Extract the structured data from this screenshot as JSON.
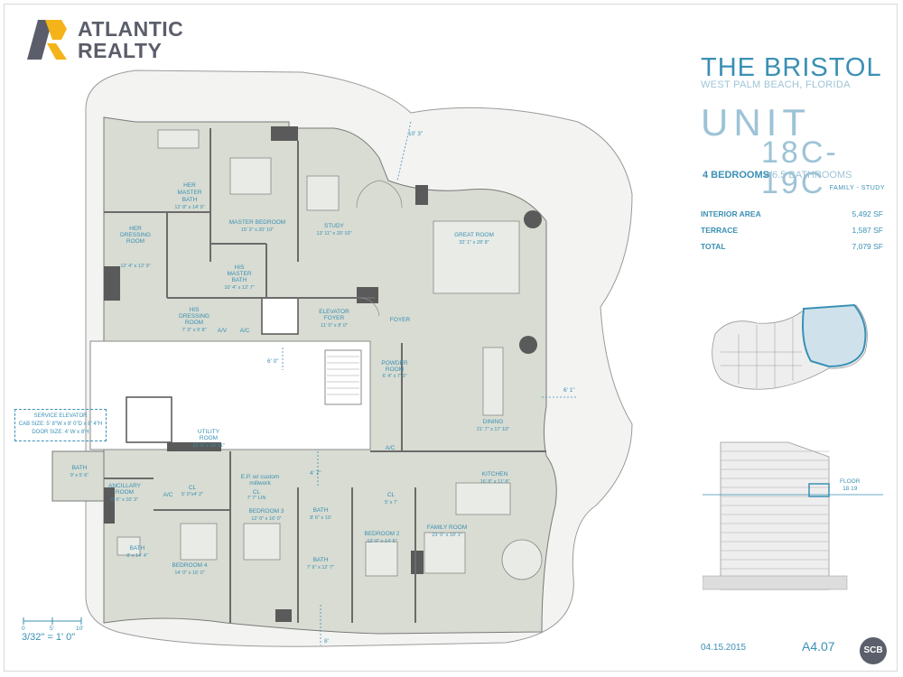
{
  "brand": {
    "line1": "ATLANTIC",
    "line2": "REALTY",
    "accent_color": "#f5b31a",
    "text_color": "#5b5e6a"
  },
  "project": {
    "name": "THE BRISTOL",
    "city": "WEST PALM BEACH, FLORIDA"
  },
  "unit": {
    "word": "UNIT",
    "number": "18C-19C",
    "bedrooms": "4 BEDROOMS",
    "bathrooms": "/6.5 BATHROOMS",
    "extra": "FAMILY - STUDY"
  },
  "areas": [
    {
      "label": "INTERIOR AREA",
      "value": "5,492 SF"
    },
    {
      "label": "TERRACE",
      "value": "1,587 SF"
    },
    {
      "label": "TOTAL",
      "value": "7,079 SF"
    }
  ],
  "rooms": {
    "her_bath": [
      "HER",
      "MASTER",
      "BATH",
      "12' 8\" x 14' 9\""
    ],
    "master_bedroom": [
      "MASTER BEDROOM",
      "15' 3\" x 20' 10\""
    ],
    "study": [
      "STUDY",
      "13' 11\" x 20' 10\""
    ],
    "her_dressing": [
      "HER",
      "DRESSING",
      "ROOM",
      "12' 4\" x 12' 9\""
    ],
    "his_bath": [
      "HIS",
      "MASTER",
      "BATH",
      "10' 4\" x 12' 7\""
    ],
    "his_dressing": [
      "HIS",
      "DRESSING",
      "ROOM",
      "7' 3\" x 9' 8\""
    ],
    "great_room": [
      "GREAT ROOM",
      "32' 1\" x 28' 8\""
    ],
    "elevator_foyer": [
      "ELEVATOR",
      "FOYER",
      "11' 0\" x 8' 0\""
    ],
    "foyer": [
      "FOYER"
    ],
    "powder": [
      "POWDER",
      "ROOM",
      "6' 4\" x 7' 3\""
    ],
    "dining": [
      "DINING",
      "21' 7\" x 17' 10\""
    ],
    "utility": [
      "UTILITY",
      "ROOM",
      "12' 0\" x 10' 11\""
    ],
    "kitchen": [
      "KITCHEN",
      "16' 8\" x 11' 8\""
    ],
    "family_room": [
      "FAMILY ROOM",
      "23' 0\" x 18' 1\""
    ],
    "bath_small": [
      "BATH",
      "9' x 5' 6\""
    ],
    "ancillary": [
      "ANCILLARY",
      "ROOM",
      "8' 6\" x 10' 3\""
    ],
    "cl_a": [
      "CL",
      "5' 0\"x4' 2\""
    ],
    "ep": [
      "E.P. w/ custom",
      "millwork"
    ],
    "cl_b": [
      "CL",
      "7' 7\" LIN"
    ],
    "bedroom3": [
      "BEDROOM 3",
      "12' 0\" x 16' 0\""
    ],
    "bath3": [
      "BATH",
      "8' 6\" x 10'"
    ],
    "cl_c": [
      "CL",
      "5' x 7'"
    ],
    "bedroom2": [
      "BEDROOM 2",
      "12' 0\" x 14' 5\""
    ],
    "bath2": [
      "BATH",
      "7' 6\" x 12' 7\""
    ],
    "bath4": [
      "BATH",
      "8' x 14' 4\""
    ],
    "bedroom4": [
      "BEDROOM 4",
      "14' 0\" x 16' 0\""
    ]
  },
  "equipment": {
    "ac1": "A/V",
    "ac2": "A/C",
    "ac3": "A/C",
    "ac4": "A/C"
  },
  "dimensions": {
    "d1": "10' 3\"",
    "d2": "6' 0\"",
    "d3": "4' 7\"",
    "d4": "6' 1\"",
    "d5": "8'"
  },
  "service_elevator": [
    "SERVICE ELEVATOR",
    "CAB SIZE: 5' 8\"W x 8' 0\"D x 8' 4\"H",
    "DOOR SIZE: 4' W x 8'H"
  ],
  "scale": {
    "ticks": [
      "0",
      "5'",
      "10'"
    ],
    "ratio": "3/32\" = 1' 0\""
  },
  "floor_label": [
    "FLOOR",
    "18 19"
  ],
  "footer": {
    "date": "04.15.2015",
    "sheet": "A4.07",
    "badge": "SCB"
  }
}
